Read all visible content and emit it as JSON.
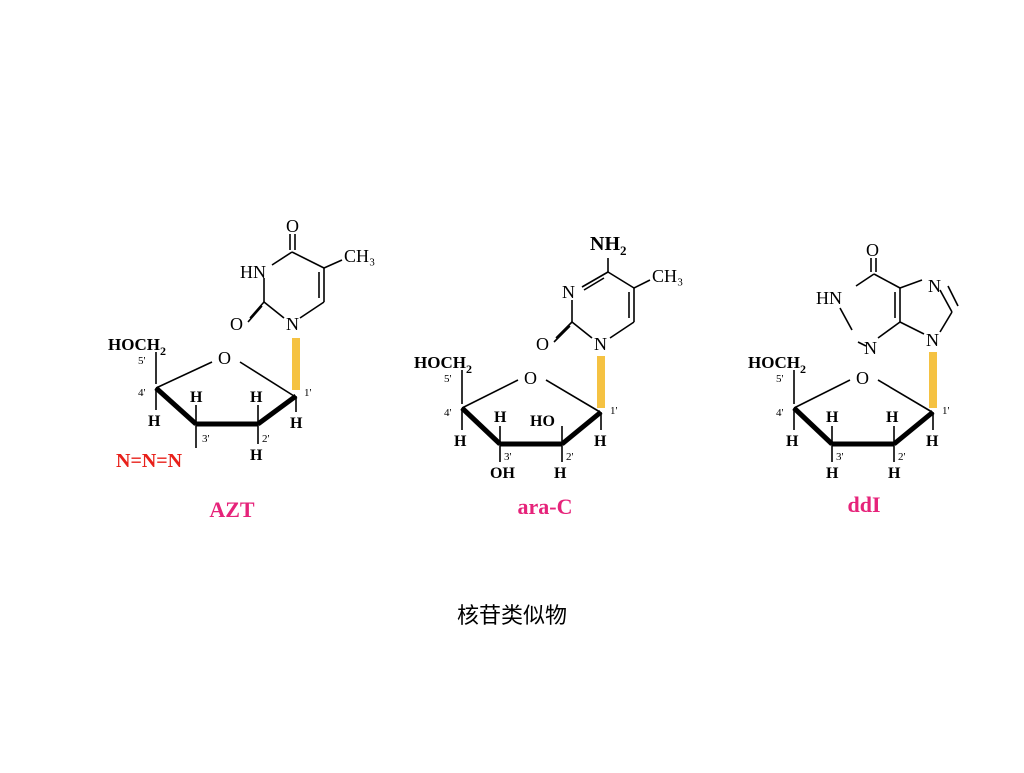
{
  "colors": {
    "bond": "#000000",
    "glycosidic_bond": "#f5c242",
    "azide": "#e8201a",
    "name": "#e6237a"
  },
  "caption": "核苷类似物",
  "molecules": {
    "azt": {
      "name": "AZT",
      "base": {
        "o_top": "O",
        "nh": "HN",
        "methyl": "CH₃",
        "o_left": "O",
        "n1": "N"
      },
      "sugar": {
        "hoch2": "HOCH",
        "hoch2_sub": "2",
        "ring_o": "O",
        "p5": "5'",
        "p4": "4'",
        "p3": "3'",
        "p2": "2'",
        "p1": "1'",
        "h4": "H",
        "h3": "H",
        "h2": "H",
        "h1": "H",
        "h2b": "H"
      },
      "azide": "N=N=N"
    },
    "arac": {
      "name": "ara-C",
      "base": {
        "nh2": "NH",
        "nh2_sub": "2",
        "methyl": "CH₃",
        "n3": "N",
        "o_left": "O",
        "n1": "N"
      },
      "sugar": {
        "hoch2": "HOCH",
        "hoch2_sub": "2",
        "ring_o": "O",
        "p5": "5'",
        "p4": "4'",
        "p3": "3'",
        "p2": "2'",
        "p1": "1'",
        "h4": "H",
        "h3": "H",
        "ho2": "HO",
        "h1": "H",
        "oh3": "OH",
        "h2b": "H"
      }
    },
    "ddi": {
      "name": "ddI",
      "base": {
        "o_top": "O",
        "nh": "HN",
        "n7": "N",
        "n3": "N",
        "n9": "N"
      },
      "sugar": {
        "hoch2": "HOCH",
        "hoch2_sub": "2",
        "ring_o": "O",
        "p5": "5'",
        "p4": "4'",
        "p3": "3'",
        "p2": "2'",
        "p1": "1'",
        "h4": "H",
        "h3": "H",
        "h2": "H",
        "h1": "H",
        "h3b": "H",
        "h2b": "H"
      }
    }
  }
}
